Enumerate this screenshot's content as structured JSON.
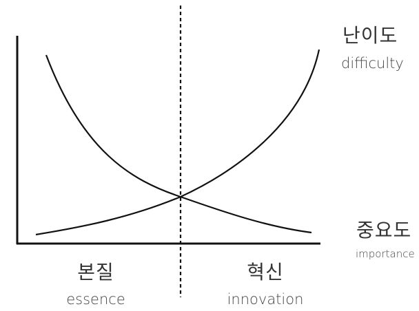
{
  "labels": {
    "difficulty_ko": "난이도",
    "difficulty_en": "difficulty",
    "importance_ko": "중요도",
    "importance_en": "importance",
    "left_ko": "본질",
    "left_en": "essence",
    "right_ko": "혁신",
    "right_en": "innovation"
  },
  "chart_data": {
    "type": "line",
    "series": [
      {
        "name": "난이도",
        "shape": "rising exponential curve"
      },
      {
        "name": "중요도",
        "shape": "falling exponential curve"
      }
    ],
    "divider": "vertical dashed line at curve intersection",
    "colors": {
      "line": "#111111",
      "text": "#333333"
    }
  }
}
